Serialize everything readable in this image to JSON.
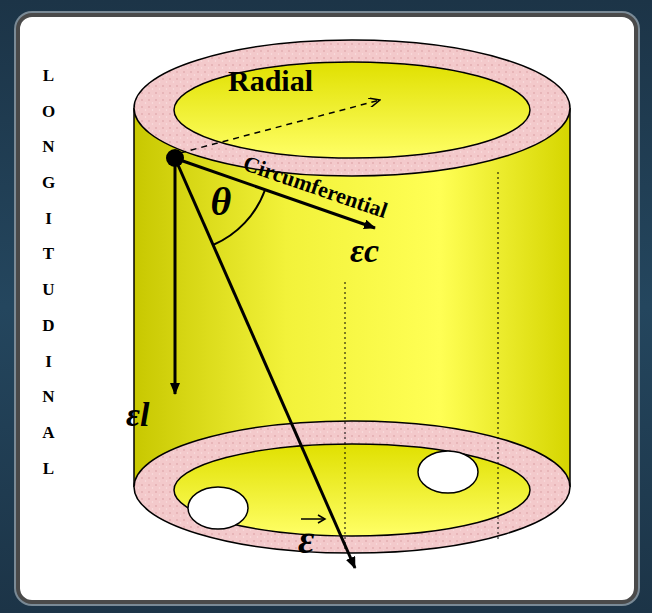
{
  "diagram": {
    "labels": [
      "LONGITUDINAL",
      "Radial",
      "Circumferential",
      "θ",
      "εc",
      "εl",
      "ε"
    ]
  }
}
